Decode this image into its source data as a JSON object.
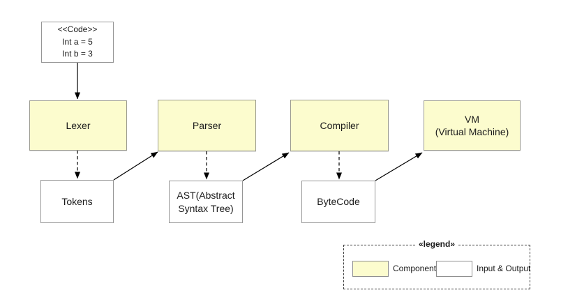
{
  "nodes": {
    "code": {
      "lines": [
        "<<Code>>",
        "Int a = 5",
        "Int b = 3"
      ]
    },
    "lexer": {
      "label": "Lexer"
    },
    "tokens": {
      "label": "Tokens"
    },
    "parser": {
      "label": "Parser"
    },
    "ast": {
      "label": "AST(Abstract Syntax Tree)"
    },
    "compiler": {
      "label": "Compiler"
    },
    "bytecode": {
      "label": "ByteCode"
    },
    "vm": {
      "lines": [
        "VM",
        "(Virtual Machine)"
      ]
    }
  },
  "edges": [
    {
      "from": "code",
      "to": "lexer",
      "style": "solid-arrow"
    },
    {
      "from": "lexer",
      "to": "tokens",
      "style": "dashed-arrow"
    },
    {
      "from": "tokens",
      "to": "parser",
      "style": "solid-arrow"
    },
    {
      "from": "parser",
      "to": "ast",
      "style": "dashed-arrow"
    },
    {
      "from": "ast",
      "to": "compiler",
      "style": "solid-arrow"
    },
    {
      "from": "compiler",
      "to": "bytecode",
      "style": "dashed-arrow"
    },
    {
      "from": "bytecode",
      "to": "vm",
      "style": "solid-arrow"
    }
  ],
  "legend": {
    "title": "«legend»",
    "items": [
      {
        "label": "Component",
        "swatch_color": "#fcfcce"
      },
      {
        "label": "Input & Output",
        "swatch_color": "#ffffff"
      }
    ]
  },
  "colors": {
    "component_fill": "#fcfcce",
    "component_border": "#9a9a8e",
    "io_fill": "#ffffff",
    "io_border": "#969696",
    "edge": "#000000",
    "background": "#ffffff"
  }
}
